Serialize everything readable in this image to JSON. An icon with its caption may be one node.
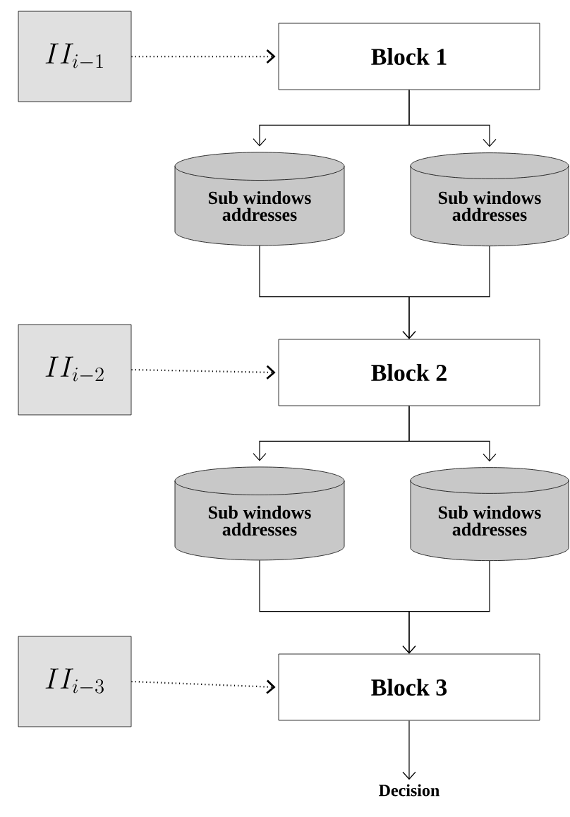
{
  "diagram": {
    "nodes": [
      {
        "text": [
          "II_{i-1}"
        ]
      },
      {
        "text": [
          "Block 1"
        ]
      },
      {
        "text": [
          "Sub windows addresses"
        ]
      },
      {
        "text": [
          "Sub windows addresses"
        ]
      },
      {
        "text": [
          "II_{i-2}"
        ]
      },
      {
        "text": [
          "Block 2"
        ]
      },
      {
        "text": [
          "Sub windows addresses"
        ]
      },
      {
        "text": [
          "Sub windows addresses"
        ]
      },
      {
        "text": [
          "II_{i-3}"
        ]
      },
      {
        "text": [
          "Block 3"
        ]
      },
      {
        "text": [
          "Decision"
        ]
      }
    ],
    "edges": [
      {
        "from": 0,
        "to": 1,
        "arrow": "to",
        "style": "dashed"
      },
      {
        "from": 1,
        "to": 2,
        "arrow": "to"
      },
      {
        "from": 1,
        "to": 3,
        "arrow": "to"
      },
      {
        "from": 2,
        "to": 5,
        "arrow": "to"
      },
      {
        "from": 3,
        "to": 5,
        "arrow": "to"
      },
      {
        "from": 4,
        "to": 5,
        "arrow": "to",
        "style": "dashed"
      },
      {
        "from": 5,
        "to": 6,
        "arrow": "to"
      },
      {
        "from": 5,
        "to": 7,
        "arrow": "to"
      },
      {
        "from": 6,
        "to": 9,
        "arrow": "to"
      },
      {
        "from": 7,
        "to": 9,
        "arrow": "to"
      },
      {
        "from": 8,
        "to": 9,
        "arrow": "to",
        "style": "dashed"
      },
      {
        "from": 9,
        "to": 10,
        "arrow": "to"
      }
    ]
  }
}
